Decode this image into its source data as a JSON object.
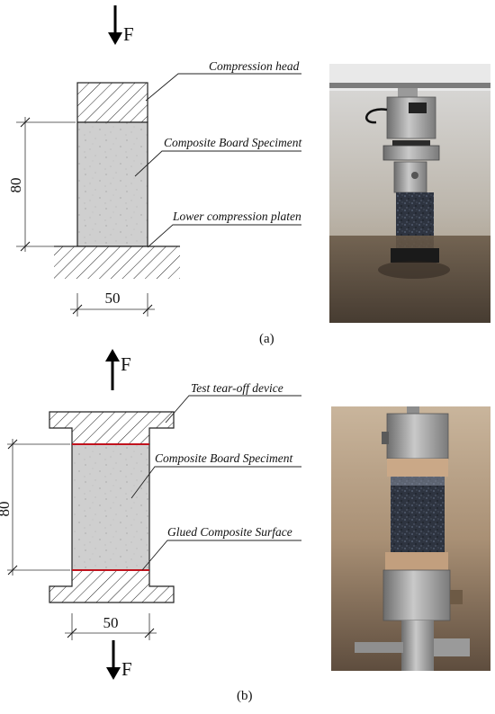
{
  "figure_a": {
    "force_label": "F",
    "labels": {
      "compression_head": "Compression head",
      "specimen": "Composite Board Speciment",
      "lower_platen": "Lower compression platen"
    },
    "dim_height": "80",
    "dim_width": "50",
    "caption": "(a)"
  },
  "figure_b": {
    "force_top_label": "F",
    "force_bottom_label": "F",
    "labels": {
      "tear_off_device": "Test tear-off device",
      "specimen": "Composite Board Speciment",
      "glued_surface": "Glued Composite Surface"
    },
    "dim_height": "80",
    "dim_width": "50",
    "caption": "(b)"
  },
  "colors": {
    "specimen_fill": "#cfcfcf",
    "glue_line": "#c0121c",
    "hatch": "#222222"
  }
}
